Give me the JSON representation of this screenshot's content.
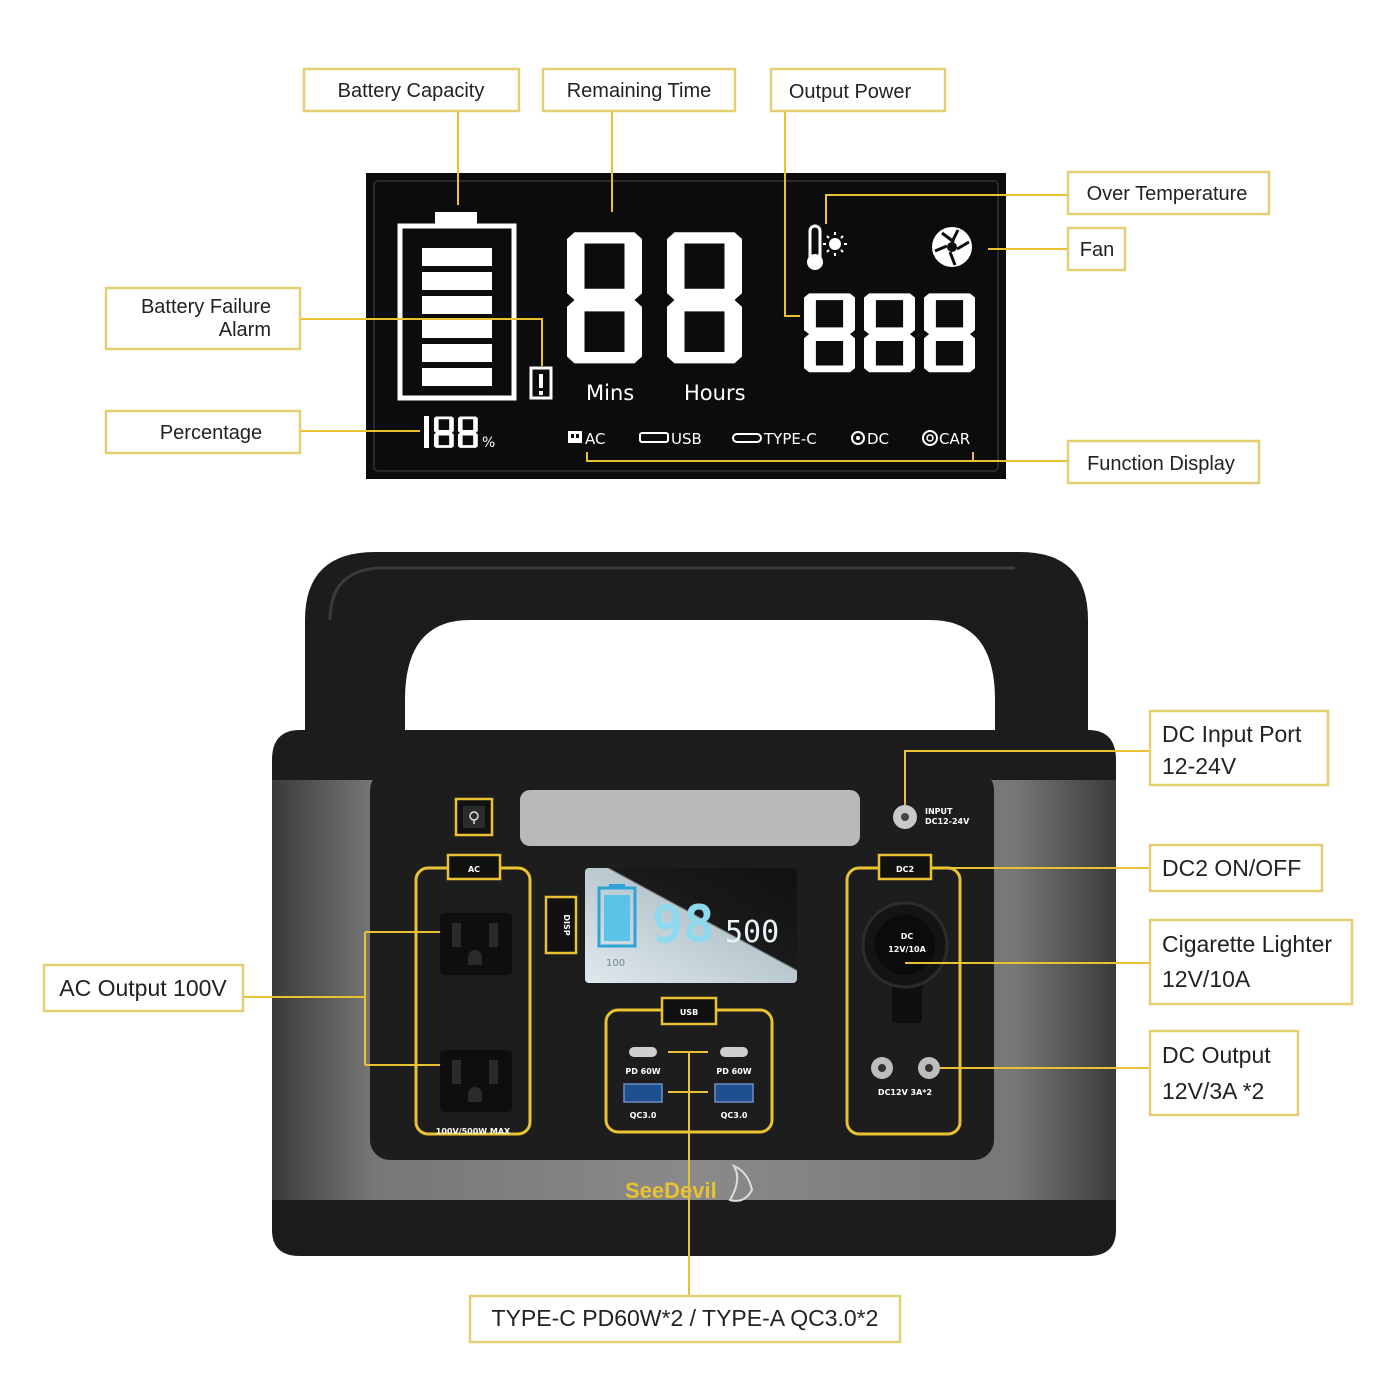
{
  "colors": {
    "accent": "#e8c230",
    "label_border": "#e6cf73",
    "lcd_bg": "#0c0c0c",
    "body_dark": "#1c1c1c",
    "body_grey": "#6e6e6e",
    "screen_cyan": "#7fd3e6"
  },
  "lcd_labels": {
    "battery_capacity": "Battery Capacity",
    "remaining_time": "Remaining Time",
    "output_power": "Output Power",
    "over_temperature": "Over Temperature",
    "fan": "Fan",
    "battery_failure_line1": "Battery Failure",
    "battery_failure_line2": "Alarm",
    "percentage": "Percentage",
    "function_display": "Function Display"
  },
  "lcd_screen": {
    "time_digits": "88",
    "power_digits": "888",
    "percent_digits": "188",
    "percent_sign": "%",
    "mins": "Mins",
    "hours": "Hours",
    "functions": [
      "AC",
      "USB",
      "TYPE-C",
      "DC",
      "CAR"
    ]
  },
  "device_labels": {
    "dc_input_line1": "DC Input Port",
    "dc_input_line2": "12-24V",
    "dc2_onoff": "DC2 ON/OFF",
    "cig_line1": "Cigarette Lighter",
    "cig_line2": "12V/10A",
    "dc_output_line1": "DC Output",
    "dc_output_line2": "12V/3A *2",
    "ac_output": "AC Output 100V",
    "usb_ports": "TYPE-C PD60W*2 / TYPE-A  QC3.0*2"
  },
  "device_print": {
    "ac_button": "AC",
    "disp_button": "DISP",
    "dc2_button": "DC2",
    "usb_button": "USB",
    "input_line1": "INPUT",
    "input_line2": "DC12-24V",
    "dc_socket_line1": "DC",
    "dc_socket_line2": "12V/10A",
    "dc_ports_label": "DC12V 3A*2",
    "ac_rating": "100V/500W MAX",
    "pd_left": "PD 60W",
    "pd_right": "PD 60W",
    "qc_left": "QC3.0",
    "qc_right": "QC3.0",
    "screen_percent": "98",
    "screen_power": "500",
    "screen_small": "100",
    "brand": "SeeDevil"
  }
}
